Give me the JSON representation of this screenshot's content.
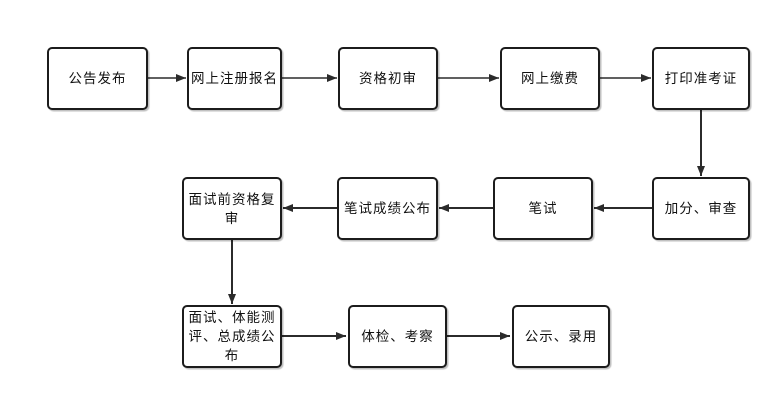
{
  "flowchart": {
    "type": "flowchart",
    "background_color": "#ffffff",
    "box_fill": "#ffffff",
    "box_border_color": "#1c1c1c",
    "arrow_color": "#2b2b2b",
    "text_color": "#111111",
    "nodes": [
      {
        "id": "announcement-release",
        "label": "公告发布"
      },
      {
        "id": "online-registration",
        "label": "网上注册报名"
      },
      {
        "id": "qualification-initial-review",
        "label": "资格初审"
      },
      {
        "id": "online-payment",
        "label": "网上缴费"
      },
      {
        "id": "print-admission-ticket",
        "label": "打印准考证"
      },
      {
        "id": "bonus-points-review",
        "label": "加分、审查"
      },
      {
        "id": "written-exam",
        "label": "笔试"
      },
      {
        "id": "written-exam-results-release",
        "label": "笔试成绩公布"
      },
      {
        "id": "pre-interview-qualification-recheck",
        "label": "面试前资格复审"
      },
      {
        "id": "interview-fitness-total-score-release",
        "label": "面试、体能测评、总成绩公布"
      },
      {
        "id": "physical-exam-inspection",
        "label": "体检、考察"
      },
      {
        "id": "publicity-employment",
        "label": "公示、录用"
      }
    ],
    "edges": [
      {
        "from": "announcement-release",
        "to": "online-registration"
      },
      {
        "from": "online-registration",
        "to": "qualification-initial-review"
      },
      {
        "from": "qualification-initial-review",
        "to": "online-payment"
      },
      {
        "from": "online-payment",
        "to": "print-admission-ticket"
      },
      {
        "from": "print-admission-ticket",
        "to": "bonus-points-review"
      },
      {
        "from": "bonus-points-review",
        "to": "written-exam"
      },
      {
        "from": "written-exam",
        "to": "written-exam-results-release"
      },
      {
        "from": "written-exam-results-release",
        "to": "pre-interview-qualification-recheck"
      },
      {
        "from": "pre-interview-qualification-recheck",
        "to": "interview-fitness-total-score-release"
      },
      {
        "from": "interview-fitness-total-score-release",
        "to": "physical-exam-inspection"
      },
      {
        "from": "physical-exam-inspection",
        "to": "publicity-employment"
      }
    ]
  }
}
